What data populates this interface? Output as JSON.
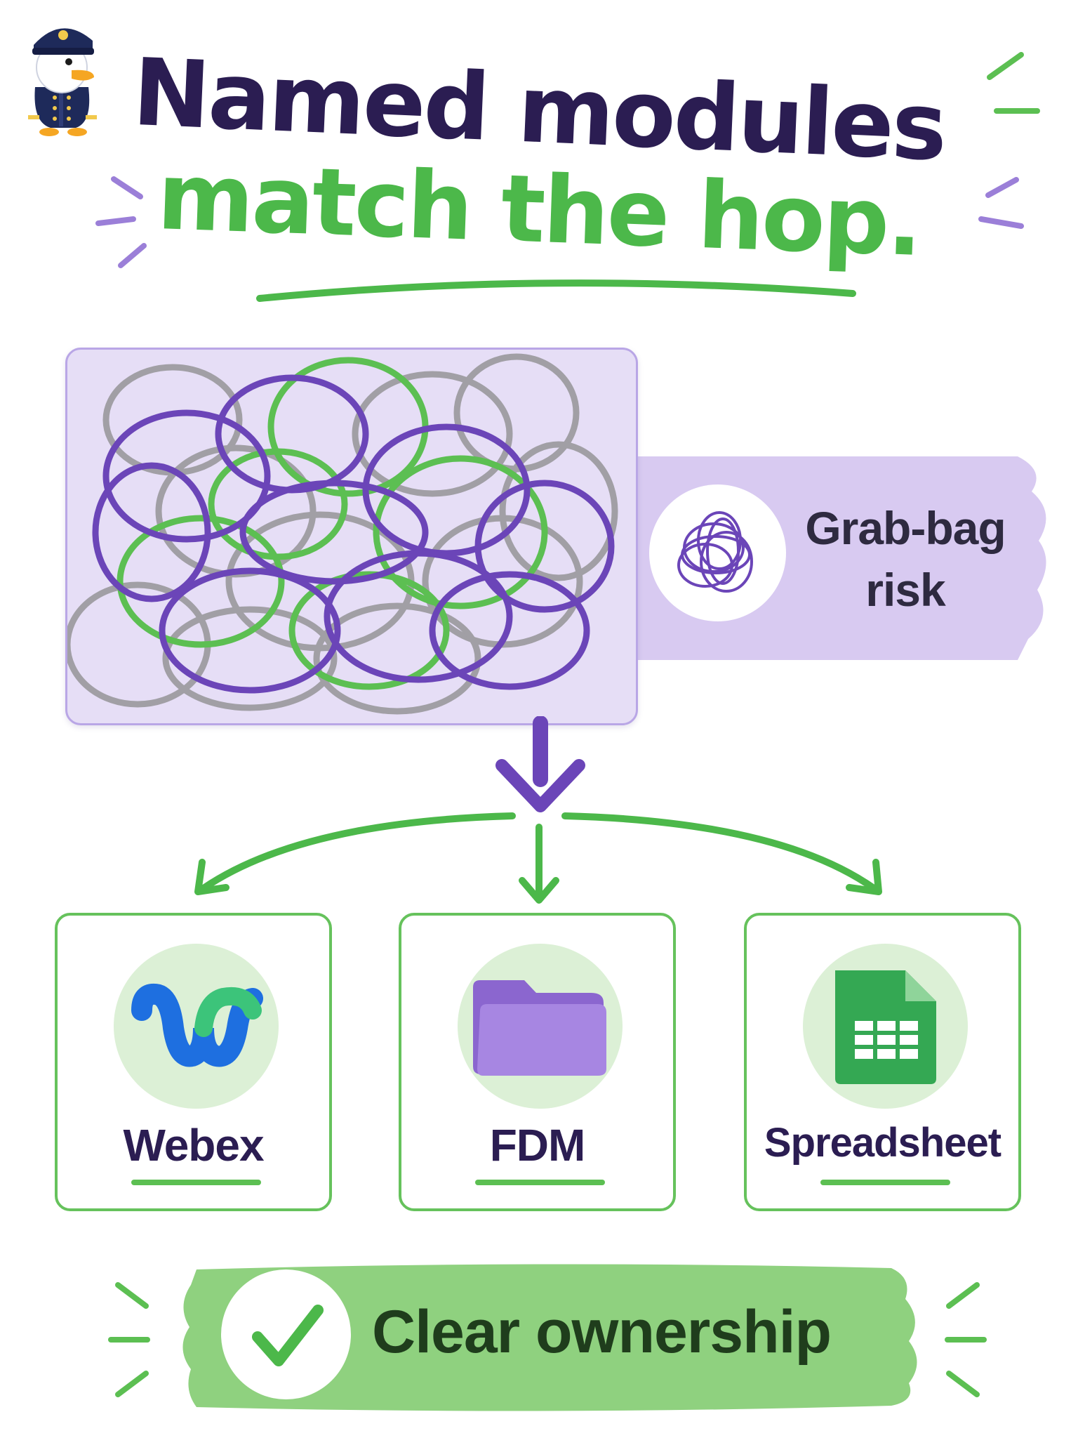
{
  "headline": {
    "line1": "Named modules",
    "line2": "match the hop."
  },
  "risk": {
    "label_line1": "Grab-bag",
    "label_line2": "risk",
    "icon": "tangled-loops-icon"
  },
  "modules": [
    {
      "label": "Webex",
      "icon": "webex-logo-icon"
    },
    {
      "label": "FDM",
      "icon": "folder-icon"
    },
    {
      "label": "Spreadsheet",
      "icon": "spreadsheet-icon"
    }
  ],
  "outcome": {
    "label": "Clear ownership",
    "icon": "checkmark-icon"
  },
  "colors": {
    "purple_dark": "#2b1d52",
    "purple": "#6b45b8",
    "lavender": "#e6def6",
    "green": "#4cb84a",
    "green_light": "#8fd17f",
    "gray": "#8a8a8a"
  }
}
